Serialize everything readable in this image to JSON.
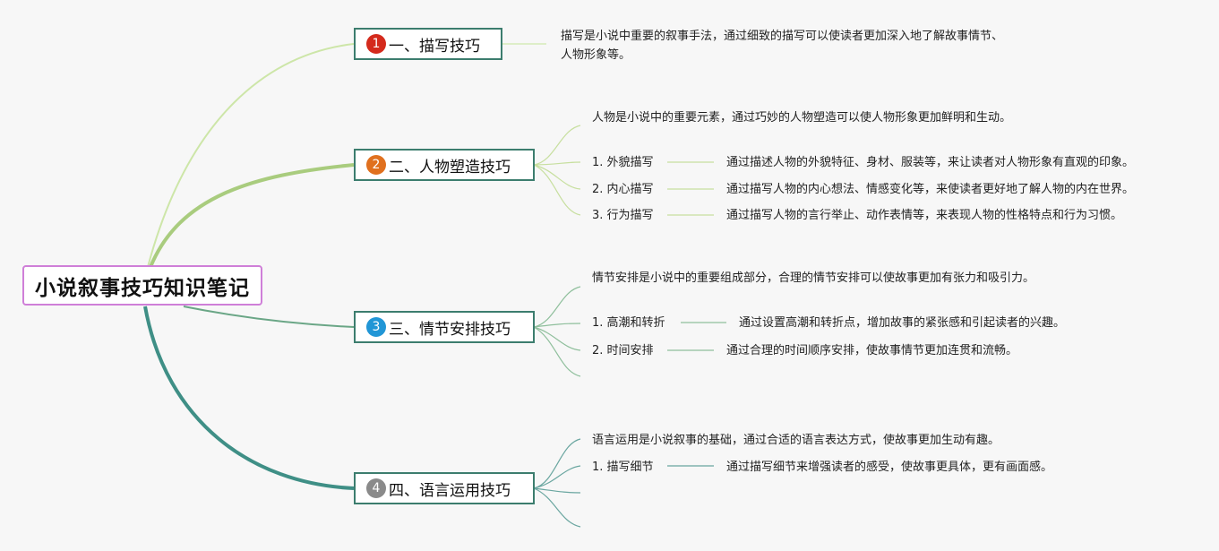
{
  "root": {
    "title": "小说叙事技巧知识笔记"
  },
  "colors": {
    "badge1": "#d42a1c",
    "badge2": "#e0701e",
    "badge3": "#2196d6",
    "badge4": "#8a8a8a",
    "line1": "#cde6a8",
    "line2": "#a9cc7e",
    "line3": "#6aa686",
    "line4": "#3f8f86"
  },
  "branches": [
    {
      "num": "1",
      "label": "一、描写技巧",
      "desc": "描写是小说中重要的叙事手法，通过细致的描写可以使读者更加深入地了解故事情节、人物形象等。"
    },
    {
      "num": "2",
      "label": "二、人物塑造技巧",
      "desc": "人物是小说中的重要元素，通过巧妙的人物塑造可以使人物形象更加鲜明和生动。",
      "items": [
        {
          "label": "1. 外貌描写",
          "detail": "通过描述人物的外貌特征、身材、服装等，来让读者对人物形象有直观的印象。"
        },
        {
          "label": "2. 内心描写",
          "detail": "通过描写人物的内心想法、情感变化等，来使读者更好地了解人物的内在世界。"
        },
        {
          "label": "3. 行为描写",
          "detail": "通过描写人物的言行举止、动作表情等，来表现人物的性格特点和行为习惯。"
        }
      ]
    },
    {
      "num": "3",
      "label": "三、情节安排技巧",
      "desc": "情节安排是小说中的重要组成部分，合理的情节安排可以使故事更加有张力和吸引力。",
      "items": [
        {
          "label": "1. 高潮和转折",
          "detail": "通过设置高潮和转折点，增加故事的紧张感和引起读者的兴趣。"
        },
        {
          "label": "2. 时间安排",
          "detail": "通过合理的时间顺序安排，使故事情节更加连贯和流畅。"
        }
      ]
    },
    {
      "num": "4",
      "label": "四、语言运用技巧",
      "desc": "语言运用是小说叙事的基础，通过合适的语言表达方式，使故事更加生动有趣。",
      "items": [
        {
          "label": "1. 描写细节",
          "detail": "通过描写细节来增强读者的感受，使故事更具体，更有画面感。"
        }
      ]
    }
  ]
}
